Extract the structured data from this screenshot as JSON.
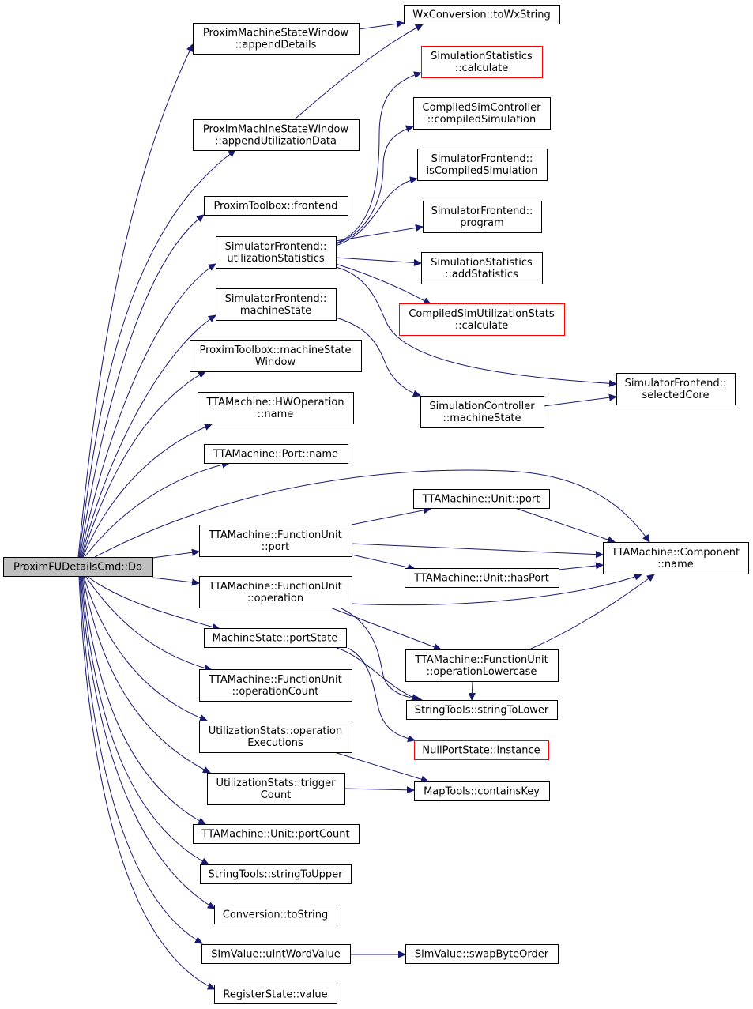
{
  "colors": {
    "edge": "#191970",
    "box": "#000000",
    "truncated": "#ff0000",
    "root_fill": "#bfbfbf"
  },
  "nodes": [
    {
      "id": "root",
      "lines": [
        "ProximFUDetailsCmd::Do"
      ],
      "kind": "root"
    },
    {
      "id": "pmsw_ad",
      "lines": [
        "ProximMachineStateWindow",
        "::appendDetails"
      ]
    },
    {
      "id": "pmsw_aud",
      "lines": [
        "ProximMachineStateWindow",
        "::appendUtilizationData"
      ]
    },
    {
      "id": "pt_fe",
      "lines": [
        "ProximToolbox::frontend"
      ]
    },
    {
      "id": "sf_us",
      "lines": [
        "SimulatorFrontend::",
        "utilizationStatistics"
      ]
    },
    {
      "id": "sf_ms",
      "lines": [
        "SimulatorFrontend::",
        "machineState"
      ]
    },
    {
      "id": "pt_msw",
      "lines": [
        "ProximToolbox::machineState",
        "Window"
      ]
    },
    {
      "id": "hwop_name",
      "lines": [
        "TTAMachine::HWOperation",
        "::name"
      ]
    },
    {
      "id": "port_name",
      "lines": [
        "TTAMachine::Port::name"
      ]
    },
    {
      "id": "fu_port",
      "lines": [
        "TTAMachine::FunctionUnit",
        "::port"
      ]
    },
    {
      "id": "fu_op",
      "lines": [
        "TTAMachine::FunctionUnit",
        "::operation"
      ]
    },
    {
      "id": "ms_ps",
      "lines": [
        "MachineState::portState"
      ]
    },
    {
      "id": "fu_opc",
      "lines": [
        "TTAMachine::FunctionUnit",
        "::operationCount"
      ]
    },
    {
      "id": "us_oe",
      "lines": [
        "UtilizationStats::operation",
        "Executions"
      ]
    },
    {
      "id": "us_tc",
      "lines": [
        "UtilizationStats::trigger",
        "Count"
      ]
    },
    {
      "id": "unit_pc",
      "lines": [
        "TTAMachine::Unit::portCount"
      ]
    },
    {
      "id": "st_upper",
      "lines": [
        "StringTools::stringToUpper"
      ]
    },
    {
      "id": "conv_ts",
      "lines": [
        "Conversion::toString"
      ]
    },
    {
      "id": "sv_uiwv",
      "lines": [
        "SimValue::uIntWordValue"
      ]
    },
    {
      "id": "rs_value",
      "lines": [
        "RegisterState::value"
      ]
    },
    {
      "id": "wx_tws",
      "lines": [
        "WxConversion::toWxString"
      ]
    },
    {
      "id": "ss_calc",
      "lines": [
        "SimulationStatistics",
        "::calculate"
      ],
      "kind": "truncated"
    },
    {
      "id": "csc_cs",
      "lines": [
        "CompiledSimController",
        "::compiledSimulation"
      ]
    },
    {
      "id": "sf_ics",
      "lines": [
        "SimulatorFrontend::",
        "isCompiledSimulation"
      ]
    },
    {
      "id": "sf_prog",
      "lines": [
        "SimulatorFrontend::",
        "program"
      ]
    },
    {
      "id": "ss_add",
      "lines": [
        "SimulationStatistics",
        "::addStatistics"
      ]
    },
    {
      "id": "csus_calc",
      "lines": [
        "CompiledSimUtilizationStats",
        "::calculate"
      ],
      "kind": "truncated"
    },
    {
      "id": "sf_sc",
      "lines": [
        "SimulatorFrontend::",
        "selectedCore"
      ]
    },
    {
      "id": "sc_ms",
      "lines": [
        "SimulationController",
        "::machineState"
      ]
    },
    {
      "id": "comp_name",
      "lines": [
        "TTAMachine::Component",
        "::name"
      ]
    },
    {
      "id": "unit_port",
      "lines": [
        "TTAMachine::Unit::port"
      ]
    },
    {
      "id": "unit_hp",
      "lines": [
        "TTAMachine::Unit::hasPort"
      ]
    },
    {
      "id": "fu_oplc",
      "lines": [
        "TTAMachine::FunctionUnit",
        "::operationLowercase"
      ]
    },
    {
      "id": "st_lower",
      "lines": [
        "StringTools::stringToLower"
      ]
    },
    {
      "id": "nps_inst",
      "lines": [
        "NullPortState::instance"
      ],
      "kind": "truncated"
    },
    {
      "id": "mt_ck",
      "lines": [
        "MapTools::containsKey"
      ]
    },
    {
      "id": "sv_sbo",
      "lines": [
        "SimValue::swapByteOrder"
      ]
    }
  ]
}
